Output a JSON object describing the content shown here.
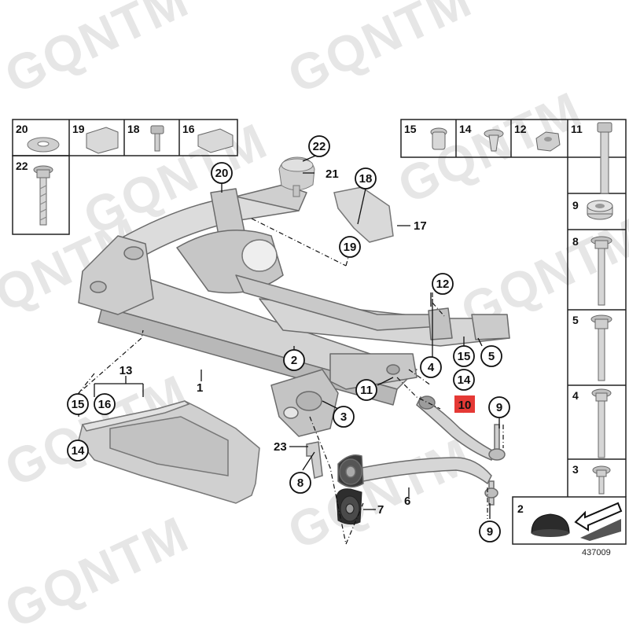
{
  "watermark": "GQNTM",
  "diagram_id": "437009",
  "highlight_color": "#e53935",
  "callouts": {
    "c1": "1",
    "c2": "2",
    "c3": "3",
    "c4": "4",
    "c5": "5",
    "c6": "6",
    "c7": "7",
    "c8": "8",
    "c9a": "9",
    "c9b": "9",
    "c10": "10",
    "c11": "11",
    "c12": "12",
    "c13": "13",
    "c14a": "14",
    "c14b": "14",
    "c15a": "15",
    "c15b": "15",
    "c16": "16",
    "c17": "17",
    "c18": "18",
    "c19": "19",
    "c20": "20",
    "c21": "21",
    "c22": "22",
    "c23": "23"
  },
  "left_table": {
    "r1": [
      "20",
      "19",
      "18",
      "16"
    ],
    "r2": [
      "22"
    ]
  },
  "right_table": {
    "top": [
      "15",
      "14",
      "12",
      "11"
    ],
    "column": [
      "9",
      "8",
      "5",
      "4",
      "3",
      "2"
    ]
  }
}
